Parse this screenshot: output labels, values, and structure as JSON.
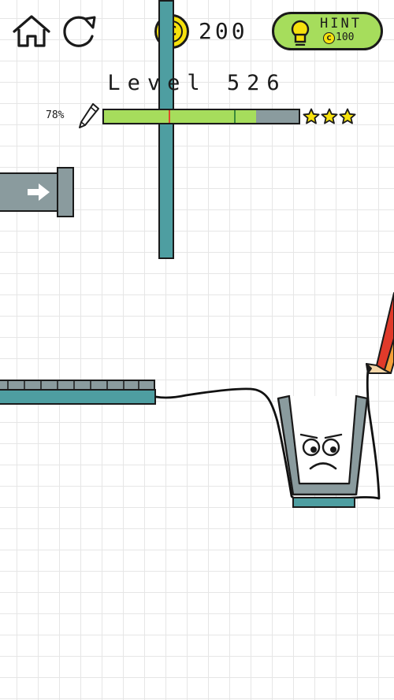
{
  "header": {
    "coins": "200",
    "coin_symbol": "C",
    "hint_label": "HINT",
    "hint_cost": "100",
    "hint_coin_symbol": "C"
  },
  "level": {
    "title": "Level 526"
  },
  "ink": {
    "percent_text": "78%",
    "fill_fraction": 0.78,
    "star_thresholds": [
      0.33,
      0.67
    ],
    "stars": 3
  },
  "colors": {
    "accent_green": "#a6dd5c",
    "coin_yellow": "#f6e10c",
    "platform_teal": "#4e9ea1",
    "block_grey": "#8a9b9e",
    "threshold_red": "#e04a2a",
    "star_yellow": "#f6e10c"
  },
  "icons": {
    "home": "home-icon",
    "restart": "restart-icon",
    "coin": "coin-icon",
    "hint": "lightbulb-icon",
    "pencil": "pencil-icon",
    "arrow": "arrow-right-icon"
  }
}
